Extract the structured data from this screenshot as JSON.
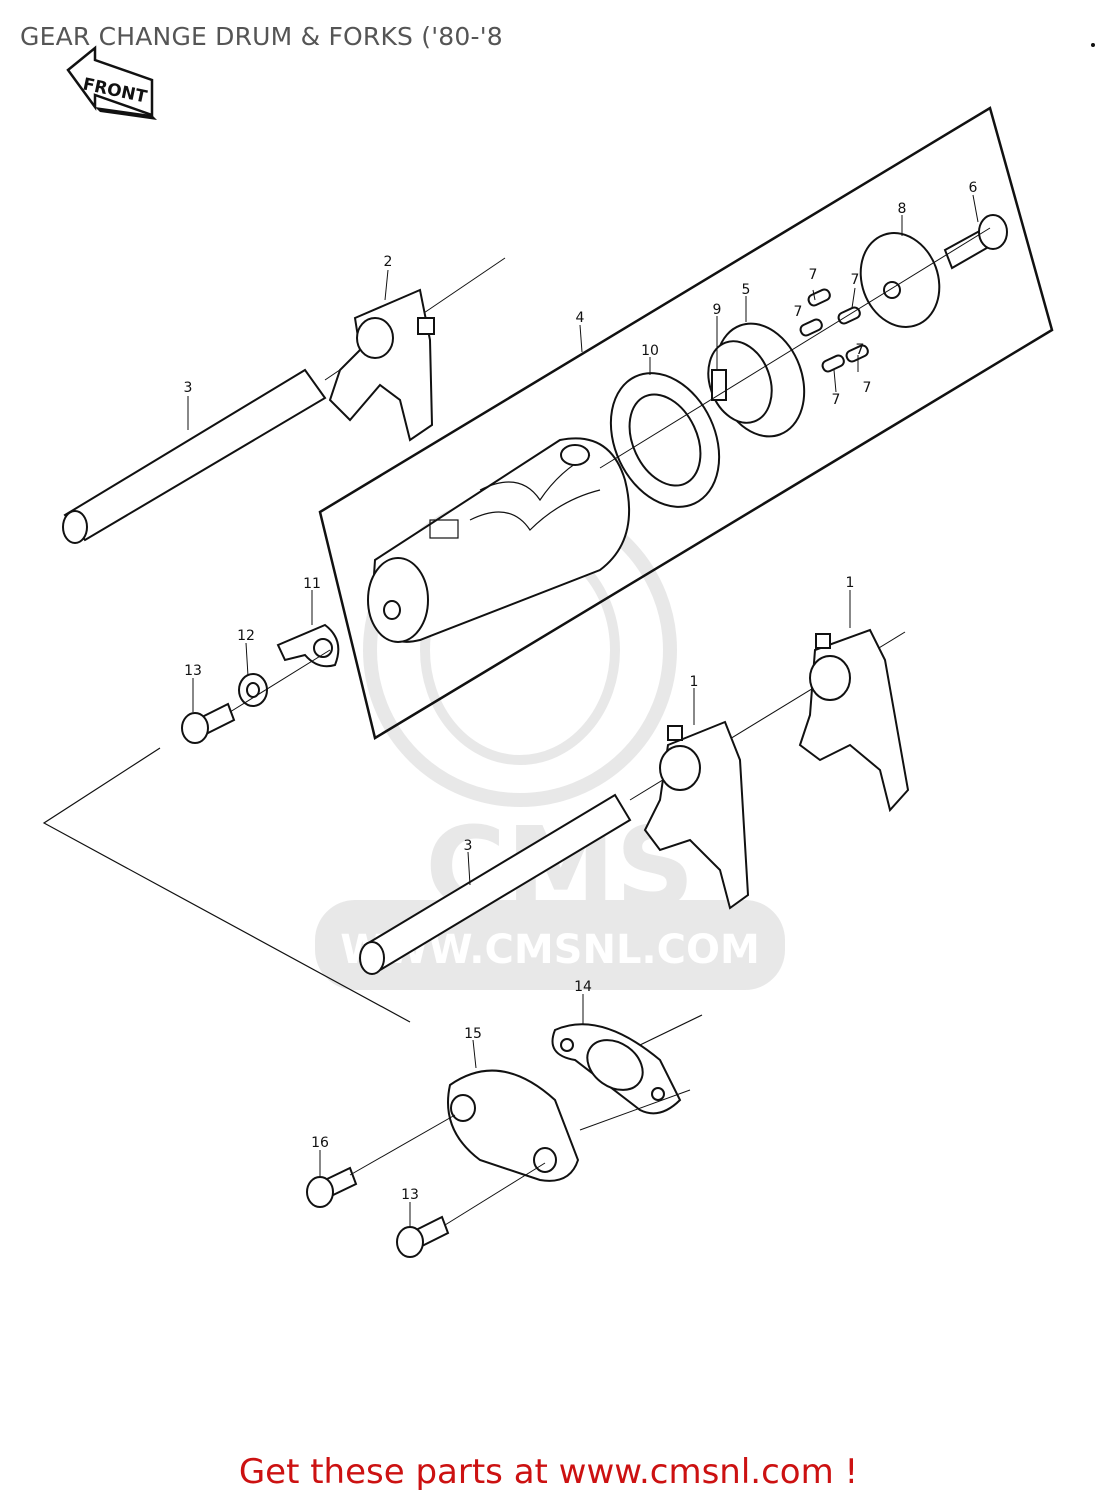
{
  "header": {
    "title": "GEAR CHANGE DRUM & FORKS ('80-'8"
  },
  "front_arrow": {
    "label": "FRONT"
  },
  "watermark": {
    "text": "WWW.CMSNL.COM",
    "logo": "CMS"
  },
  "callouts": [
    {
      "id": "c-2",
      "text": "2"
    },
    {
      "id": "c-3a",
      "text": "3"
    },
    {
      "id": "c-4",
      "text": "4"
    },
    {
      "id": "c-10",
      "text": "10"
    },
    {
      "id": "c-9",
      "text": "9"
    },
    {
      "id": "c-5",
      "text": "5"
    },
    {
      "id": "c-7a",
      "text": "7"
    },
    {
      "id": "c-7b",
      "text": "7"
    },
    {
      "id": "c-7c",
      "text": "7"
    },
    {
      "id": "c-7d",
      "text": "7"
    },
    {
      "id": "c-7e",
      "text": "7"
    },
    {
      "id": "c-7f",
      "text": "7"
    },
    {
      "id": "c-8",
      "text": "8"
    },
    {
      "id": "c-6",
      "text": "6"
    },
    {
      "id": "c-11",
      "text": "11"
    },
    {
      "id": "c-12",
      "text": "12"
    },
    {
      "id": "c-13a",
      "text": "13"
    },
    {
      "id": "c-1a",
      "text": "1"
    },
    {
      "id": "c-1b",
      "text": "1"
    },
    {
      "id": "c-3b",
      "text": "3"
    },
    {
      "id": "c-14",
      "text": "14"
    },
    {
      "id": "c-15",
      "text": "15"
    },
    {
      "id": "c-16",
      "text": "16"
    },
    {
      "id": "c-13b",
      "text": "13"
    }
  ],
  "footer": {
    "text": "Get these parts at www.cmsnl.com !"
  },
  "colors": {
    "footer_text": "#cc1111",
    "title_text": "#555555",
    "watermark": "#d6d6d6"
  }
}
